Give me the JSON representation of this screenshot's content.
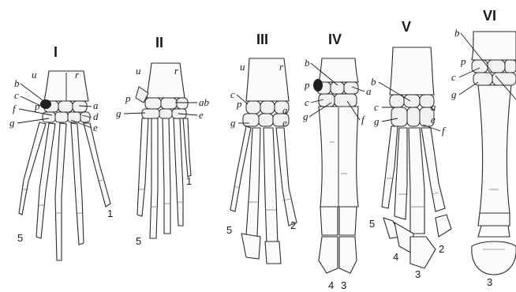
{
  "panels": [
    {
      "numeral": "I",
      "labels": {
        "u": "u",
        "r": "r",
        "b": "b",
        "c": "c",
        "p": "p",
        "f": "f",
        "g": "g",
        "a": "a",
        "d": "d",
        "e": "e"
      },
      "digits": {
        "d1": "1",
        "d5": "5"
      }
    },
    {
      "numeral": "II",
      "labels": {
        "u": "u",
        "r": "r",
        "p": "p",
        "g": "g",
        "ab": "ab",
        "e": "e"
      },
      "digits": {
        "d1": "1",
        "d5": "5"
      }
    },
    {
      "numeral": "III",
      "labels": {
        "u": "u",
        "r": "r",
        "c": "c",
        "p": "p",
        "g": "g",
        "a": "a",
        "e": "e"
      },
      "digits": {
        "d5": "5",
        "d2": "2"
      }
    },
    {
      "numeral": "IV",
      "labels": {
        "b": "b",
        "a": "a",
        "p": "p",
        "c": "c",
        "g": "g",
        "f": "f"
      },
      "digits": {
        "d4": "4",
        "d3": "3"
      }
    },
    {
      "numeral": "V",
      "labels": {
        "b": "b",
        "c": "c",
        "g": "g",
        "a": "a",
        "e": "e",
        "f": "f"
      },
      "digits": {
        "d5": "5",
        "d4": "4",
        "d3": "3",
        "d2": "2"
      }
    },
    {
      "numeral": "VI",
      "labels": {
        "b": "b",
        "p": "p",
        "c": "c",
        "g": "g"
      },
      "digits": {
        "d3": "3"
      }
    }
  ]
}
